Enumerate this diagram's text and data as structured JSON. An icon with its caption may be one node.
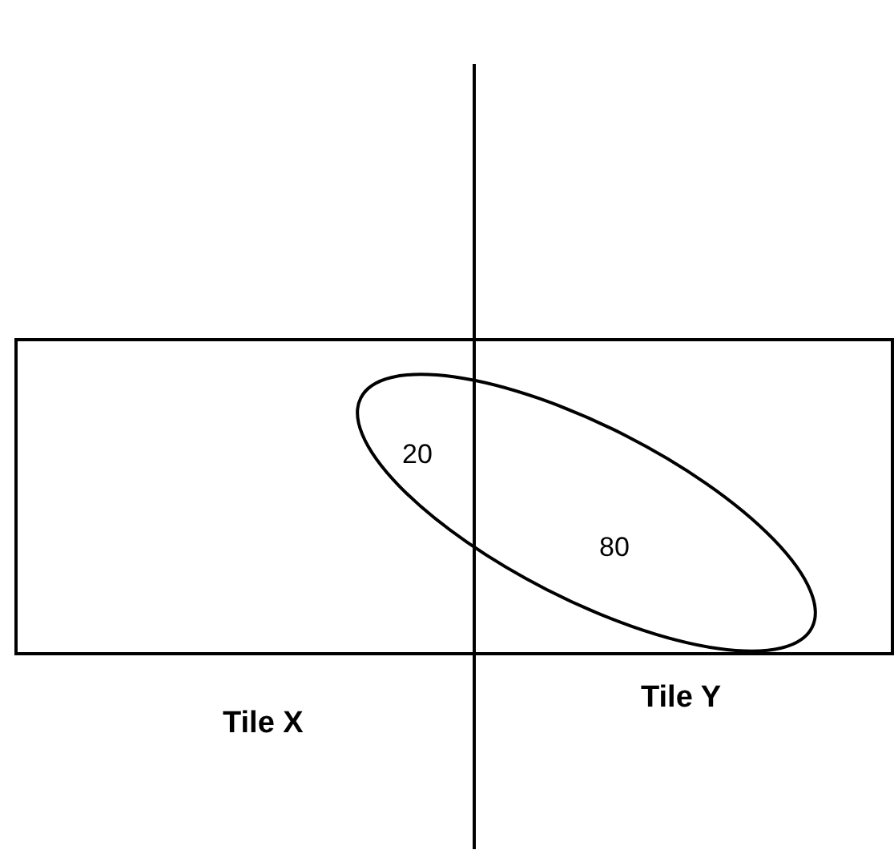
{
  "diagram": {
    "nodes": [
      {
        "text": [
          "Tile X"
        ]
      },
      {
        "text": [
          "Tile Y"
        ]
      },
      {
        "text": [
          "20",
          "80"
        ]
      }
    ]
  }
}
